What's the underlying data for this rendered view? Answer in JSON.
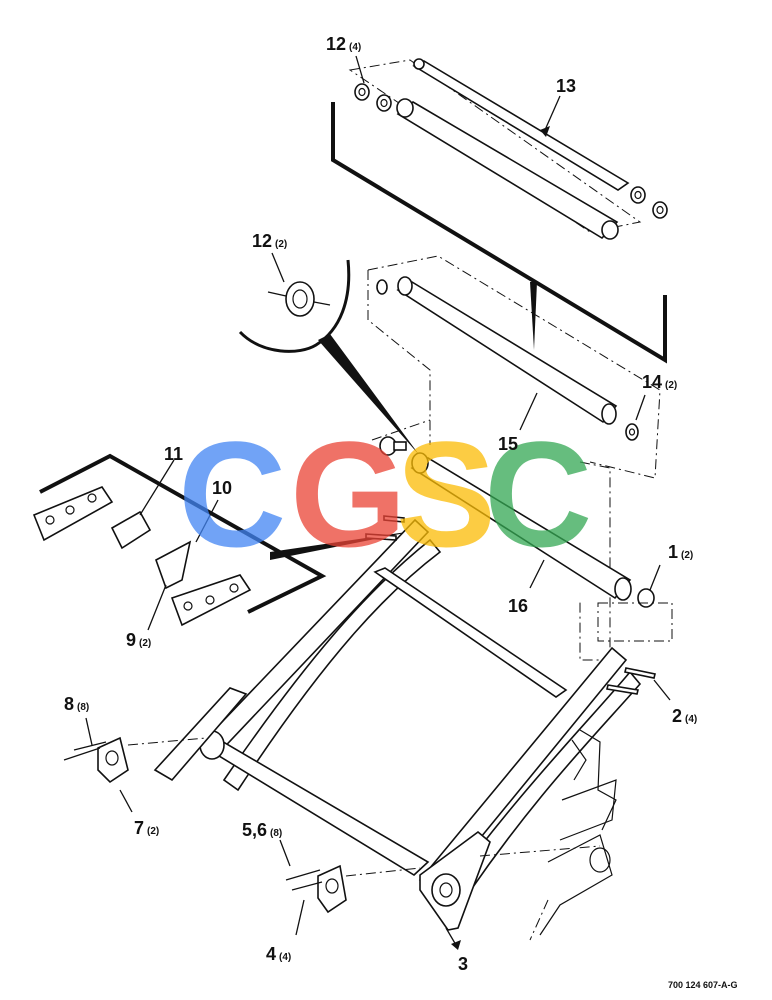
{
  "callouts": {
    "c12_top": {
      "num": "12",
      "qty": "(4)"
    },
    "c13": {
      "num": "13"
    },
    "c12_mid": {
      "num": "12",
      "qty": "(2)"
    },
    "c14": {
      "num": "14",
      "qty": "(2)"
    },
    "c15": {
      "num": "15"
    },
    "c11": {
      "num": "11"
    },
    "c10": {
      "num": "10"
    },
    "c1": {
      "num": "1",
      "qty": "(2)"
    },
    "c16": {
      "num": "16"
    },
    "c9": {
      "num": "9",
      "qty": "(2)"
    },
    "c8": {
      "num": "8",
      "qty": "(8)"
    },
    "c2": {
      "num": "2",
      "qty": "(4)"
    },
    "c7": {
      "num": "7",
      "qty": "(2)"
    },
    "c56": {
      "num": "5,6",
      "qty": "(8)"
    },
    "c4": {
      "num": "4",
      "qty": "(4)"
    },
    "c3": {
      "num": "3"
    }
  },
  "reference_number": "700 124 607-A-G",
  "watermark": {
    "letters": [
      "C",
      "G",
      "S",
      "C"
    ],
    "colors": [
      "#4285F4",
      "#EA4335",
      "#FBBC05",
      "#34A853"
    ]
  }
}
